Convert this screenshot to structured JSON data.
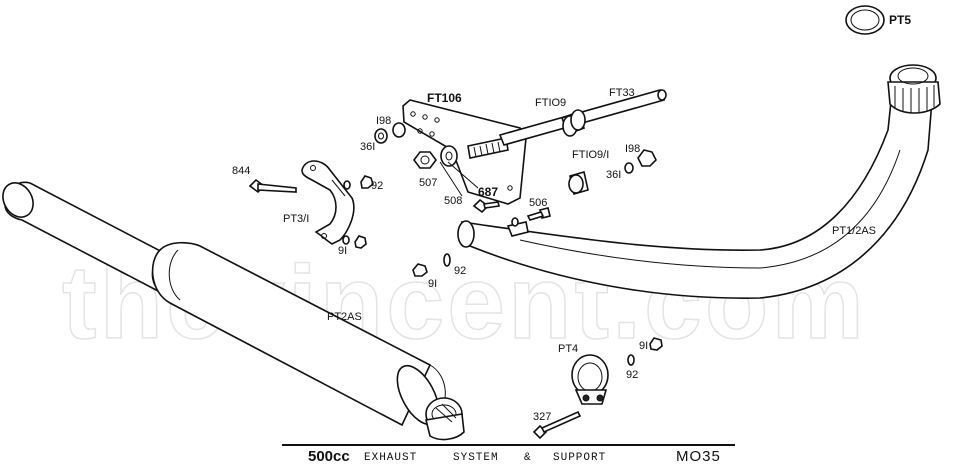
{
  "watermark": "thevincent.com",
  "title": {
    "cc": "500cc",
    "w1": "EXHAUST",
    "w2": "SYSTEM",
    "w3": "&",
    "w4": "SUPPORT",
    "code": "MO35"
  },
  "labels": {
    "pt5": "PT5",
    "ft106": "FT106",
    "ft109": "FTIO9",
    "ft33": "FT33",
    "ft109_1": "FTIO9/I",
    "n198a": "I98",
    "n361a": "36I",
    "n198b": "I98",
    "n361b": "36I",
    "n844": "844",
    "n92a": "92",
    "n507": "507",
    "n687": "687",
    "n508": "508",
    "n506": "506",
    "pt3_1": "PT3/I",
    "n91a": "9I",
    "n91b": "9I",
    "n92b": "92",
    "pt1_2as": "PT1/2AS",
    "pt2as": "PT2AS",
    "pt4": "PT4",
    "n91c": "9I",
    "n92c": "92",
    "n327": "327"
  }
}
